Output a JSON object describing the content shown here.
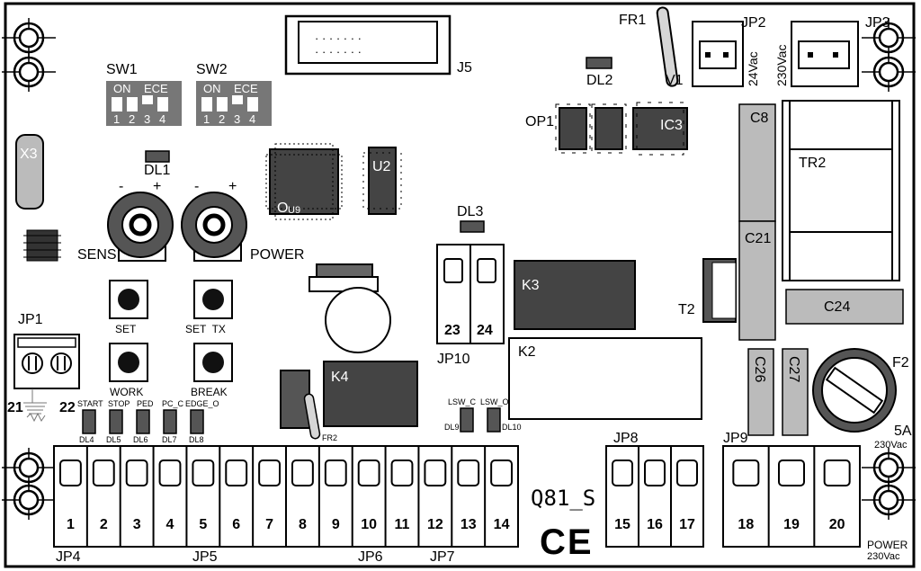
{
  "mounting_holes": [
    {
      "name": "hole-top-left-1"
    },
    {
      "name": "hole-top-left-2"
    },
    {
      "name": "hole-top-right-1"
    },
    {
      "name": "hole-top-right-2"
    },
    {
      "name": "hole-bottom-left-1"
    },
    {
      "name": "hole-bottom-left-2"
    },
    {
      "name": "hole-bottom-right-1"
    },
    {
      "name": "hole-bottom-right-2"
    }
  ],
  "labels": {
    "j5": "J5",
    "fr1": "FR1",
    "jp2": "JP2",
    "jp3": "JP3",
    "v1": "V1",
    "dl2": "DL2",
    "v24ac": "24Vac",
    "v230ac": "230Vac",
    "sw1": "SW1",
    "sw2": "SW2",
    "sw_on": "ON",
    "sw_ece": "ECE",
    "sw_n1": "1",
    "sw_n2": "2",
    "sw_n3": "3",
    "sw_n4": "4",
    "x3": "X3",
    "dl1": "DL1",
    "u9": "U9",
    "u2": "U2",
    "op1": "OP1",
    "ic3": "IC3",
    "c8": "C8",
    "tr2": "TR2",
    "c21": "C21",
    "c24": "C24",
    "t2": "T2",
    "dl3": "DL3",
    "k3": "K3",
    "k2": "K2",
    "k4": "K4",
    "jp10": "JP10",
    "t23": "23",
    "t24": "24",
    "sens": "SENS",
    "power": "POWER",
    "minus": "-",
    "plus": "+",
    "set": "SET",
    "set_tx": "SET  TX",
    "work": "WORK",
    "break": "BREAK",
    "jp1": "JP1",
    "t21": "21",
    "t22": "22",
    "start": "START",
    "stop": "STOP",
    "ped": "PED",
    "pc_c": "PC_C",
    "edge_o": "EDGE_O",
    "dl4": "DL4",
    "dl5": "DL5",
    "dl6": "DL6",
    "dl7": "DL7",
    "dl8": "DL8",
    "lsw_c": "LSW_C",
    "lsw_o": "LSW_O",
    "dl9": "DL9",
    "dl10": "DL10",
    "fr2": "FR2",
    "c26": "C26",
    "c27": "C27",
    "f2": "F2",
    "fuse_rating": "5A",
    "fuse_voltage": "230Vac",
    "jp8": "JP8",
    "jp9": "JP9",
    "model": "Q81_S",
    "ce": "CE",
    "jp4": "JP4",
    "jp5": "JP5",
    "jp6": "JP6",
    "jp7": "JP7",
    "power_bottom": "POWER",
    "power_voltage": "230Vac"
  },
  "terminals_main": [
    "1",
    "2",
    "3",
    "4",
    "5",
    "6",
    "7",
    "8",
    "9",
    "10",
    "11",
    "12",
    "13",
    "14"
  ],
  "terminals_jp8": [
    "15",
    "16",
    "17"
  ],
  "terminals_jp9": [
    "18",
    "19",
    "20"
  ]
}
